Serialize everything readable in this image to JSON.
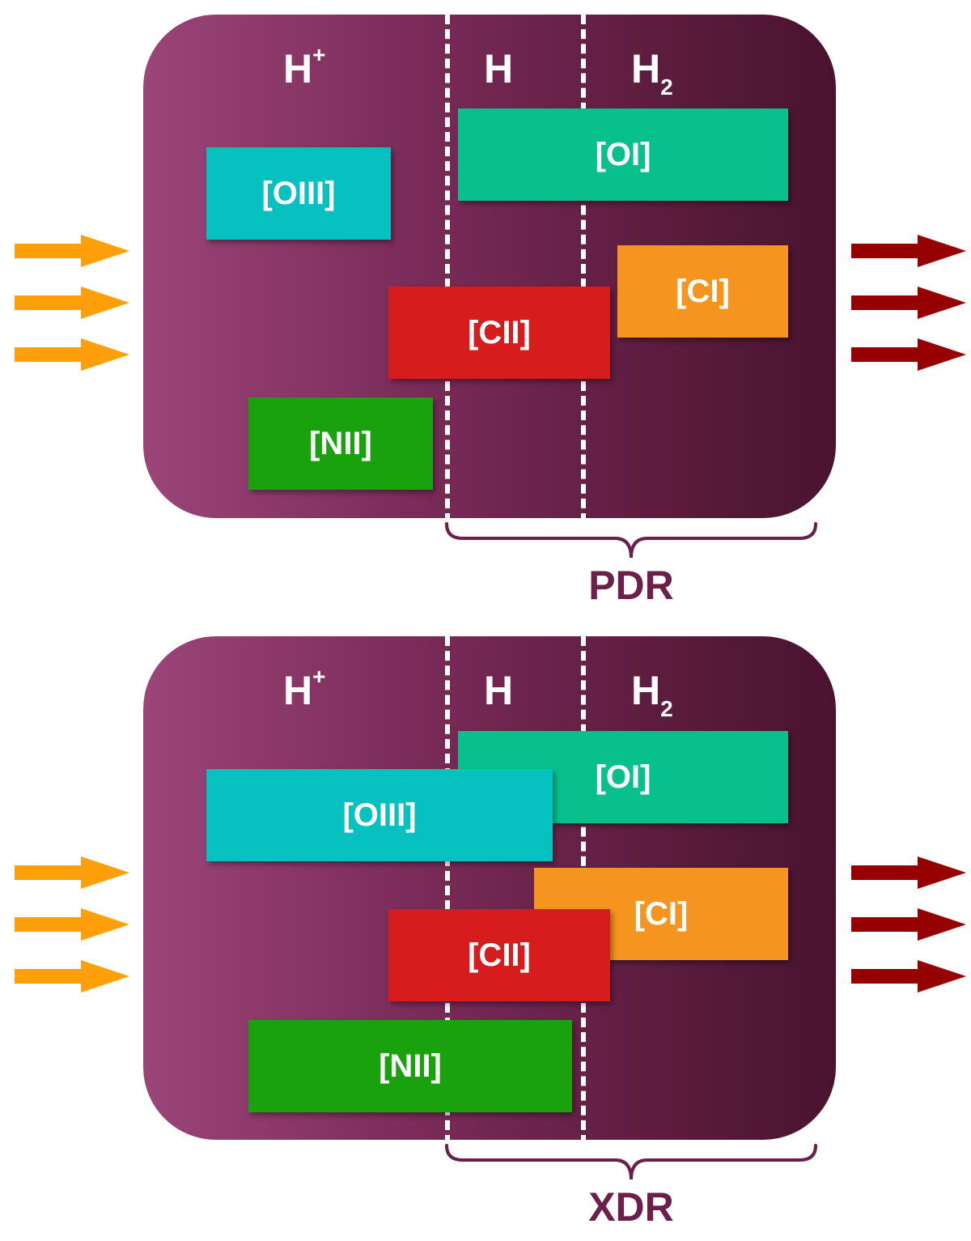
{
  "panels": [
    {
      "region_name": "PDR",
      "zones": {
        "ionized": "H",
        "ionized_sup": "+",
        "atomic": "H",
        "molecular": "H",
        "molecular_sub": "2"
      },
      "lines": {
        "oi": "[OI]",
        "oiii": "[OIII]",
        "ci": "[CI]",
        "cii": "[CII]",
        "nii": "[NII]"
      }
    },
    {
      "region_name": "XDR",
      "zones": {
        "ionized": "H",
        "ionized_sup": "+",
        "atomic": "H",
        "molecular": "H",
        "molecular_sub": "2"
      },
      "lines": {
        "oi": "[OI]",
        "oiii": "[OIII]",
        "ci": "[CI]",
        "cii": "[CII]",
        "nii": "[NII]"
      }
    }
  ],
  "colors": {
    "region_gradient_start": "#9b4578",
    "region_gradient_end": "#4a1330",
    "oi": "#07c08e",
    "oiii": "#07c0c0",
    "ci": "#f5941f",
    "cii": "#d61c1c",
    "nii": "#19a20e",
    "incoming_arrow": "#ffa00a",
    "outgoing_arrow": "#960000",
    "brace": "#6b1f4a"
  }
}
